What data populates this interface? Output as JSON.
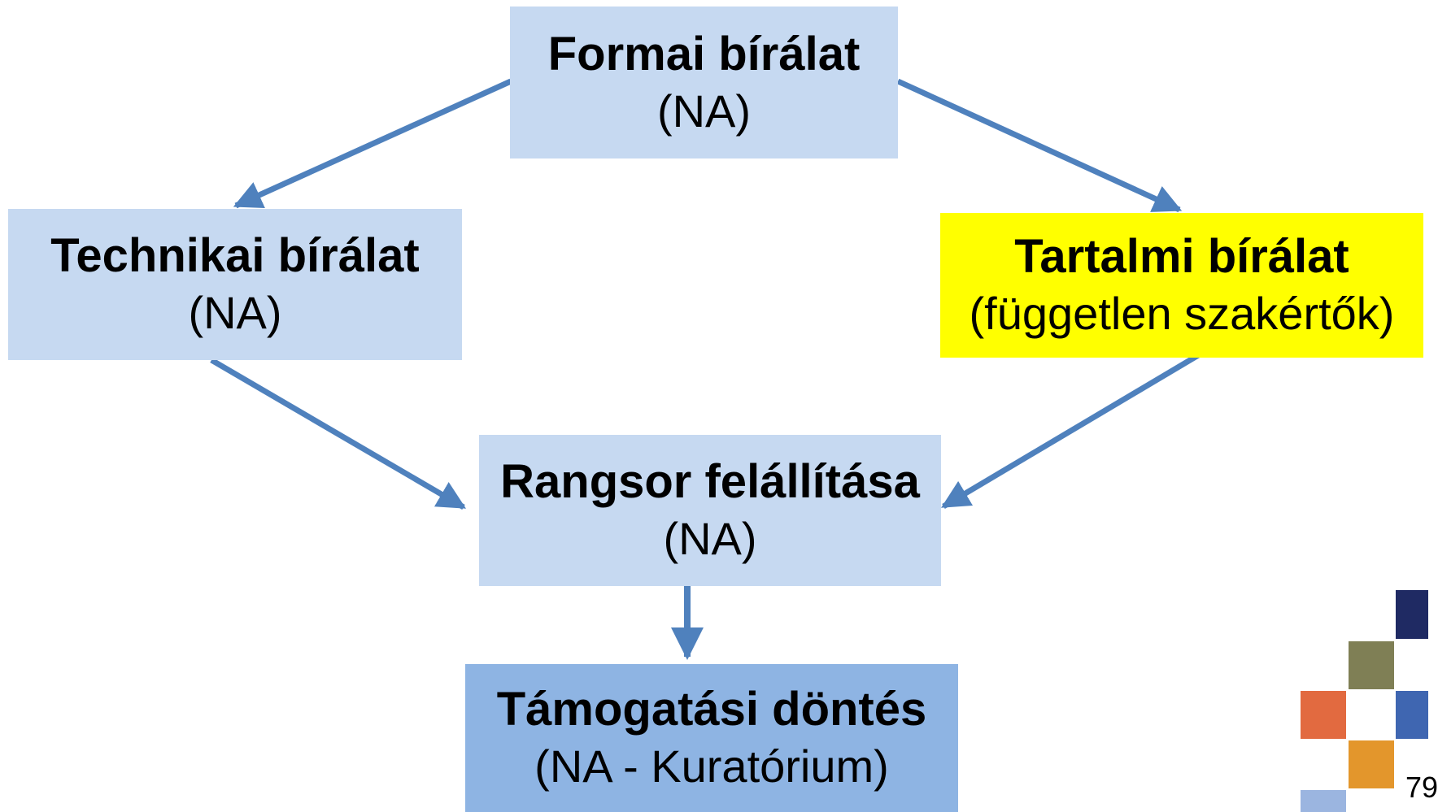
{
  "diagram": {
    "nodes": {
      "formai": {
        "title": "Formai bírálat",
        "subtitle": "(NA)"
      },
      "technikai": {
        "title": "Technikai bírálat",
        "subtitle": "(NA)"
      },
      "tartalmi": {
        "title": "Tartalmi bírálat",
        "subtitle": "(független szakértők)"
      },
      "rangsor": {
        "title": "Rangsor felállítása",
        "subtitle": "(NA)"
      },
      "tamogatasi": {
        "title": "Támogatási döntés",
        "subtitle": "(NA - Kuratórium)"
      }
    },
    "edges": [
      {
        "from": "formai",
        "to": "technikai"
      },
      {
        "from": "formai",
        "to": "tartalmi"
      },
      {
        "from": "technikai",
        "to": "rangsor"
      },
      {
        "from": "tartalmi",
        "to": "rangsor"
      },
      {
        "from": "rangsor",
        "to": "tamogatasi"
      }
    ]
  },
  "colors": {
    "light_box": "#c6d9f1",
    "highlight_box": "#ffff00",
    "decision_box": "#8eb4e3",
    "arrow": "#4f81bd",
    "tiles": [
      "#1f2a63",
      "#7f7f55",
      "#e26a40",
      "#3f66b1",
      "#e3962c",
      "#9bb5e0"
    ]
  },
  "page_number": "79"
}
